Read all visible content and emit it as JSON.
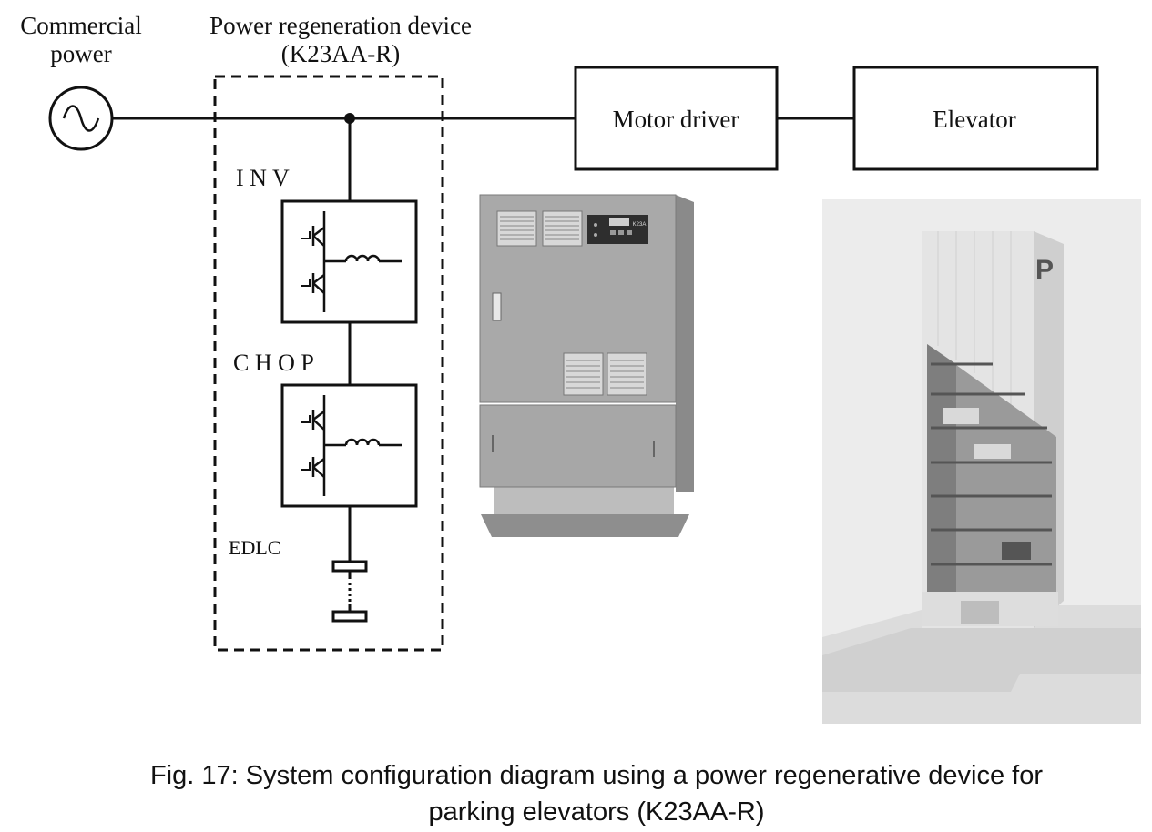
{
  "labels": {
    "commercial_power_line1": "Commercial",
    "commercial_power_line2": "power",
    "device_title_line1": "Power regeneration device",
    "device_title_line2": "(K23AA-R)",
    "inv": "I N V",
    "chop": "C H O P",
    "edlc": "EDLC",
    "motor_driver": "Motor driver",
    "elevator": "Elevator",
    "panel_logo": "K23A"
  },
  "caption": {
    "line1": "Fig. 17: System configuration diagram using a power regenerative device for",
    "line2": "parking elevators (K23AA-R)"
  },
  "signage": {
    "parking_sign": "P"
  },
  "colors": {
    "line": "#111111",
    "cabinet": "#a9a9a9",
    "tower": "#e4e4e4",
    "photo_bg": "#ececec"
  }
}
